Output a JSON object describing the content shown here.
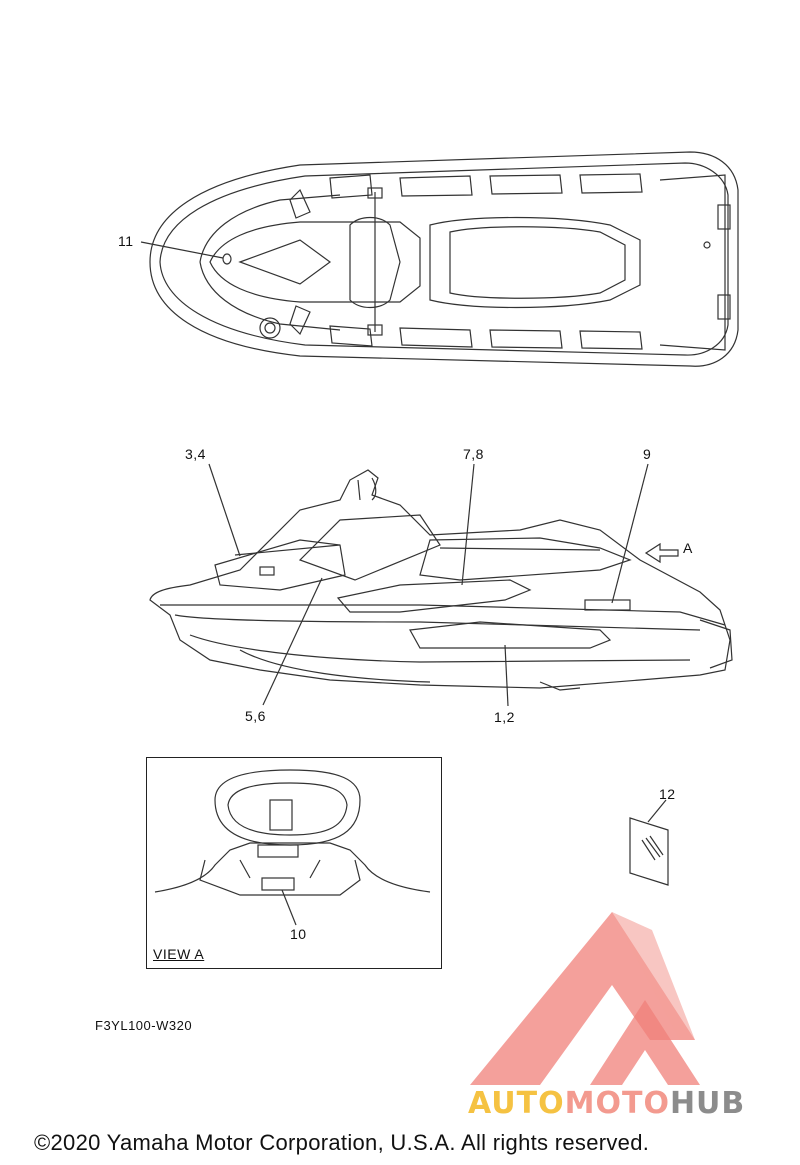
{
  "callouts": {
    "c1": "1,2",
    "c3": "3,4",
    "c5": "5,6",
    "c7": "7,8",
    "c9": "9",
    "c10": "10",
    "c11": "11",
    "c12": "12",
    "arrow_a": "A"
  },
  "view_label": "VIEW A",
  "diagram_code": "F3YL100-W320",
  "watermark": {
    "part1": "AUTO",
    "part2": "MOTO",
    "part3": "HUB",
    "colors": {
      "auto": "#f5c242",
      "moto": "#f39a8f",
      "hub": "#8c8c8c",
      "logo": "#f0807a"
    }
  },
  "copyright": "©2020 Yamaha Motor Corporation, U.S.A. All rights reserved."
}
